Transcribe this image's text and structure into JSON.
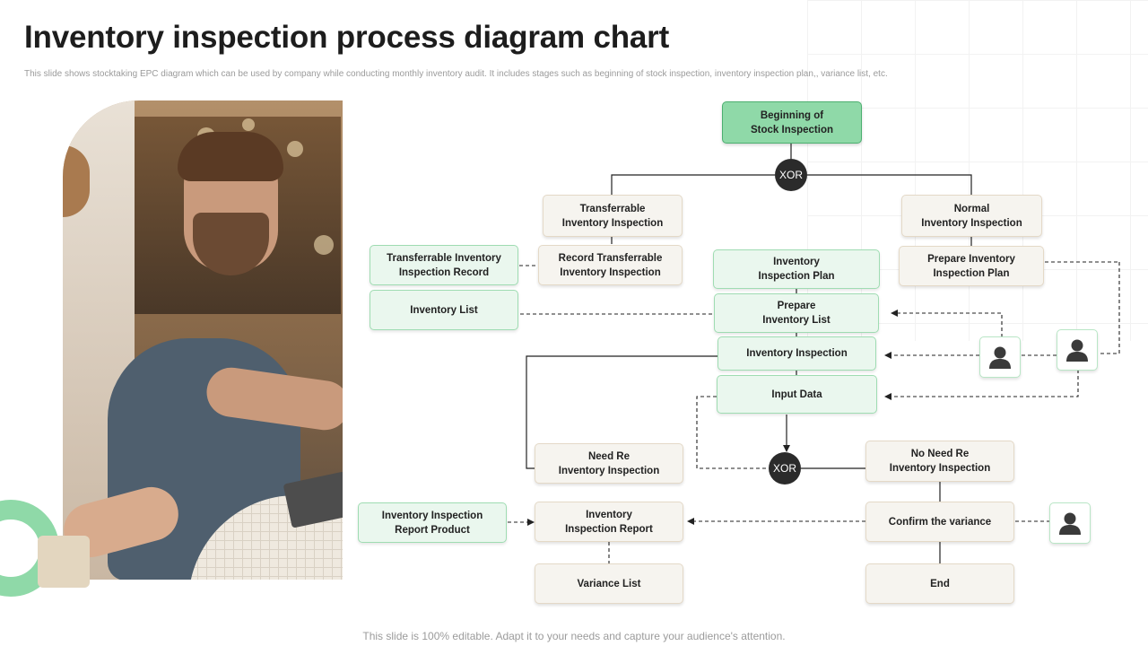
{
  "slide": {
    "title": "Inventory inspection process diagram chart",
    "subtitle": "This slide shows stocktaking EPC  diagram  which can be used by company  while conducting monthly inventory audit. It includes stages such as beginning of stock inspection, inventory inspection plan,, variance list, etc.",
    "footer": "This slide is 100% editable. Adapt it to your needs and capture your audience's attention."
  },
  "colors": {
    "start_fill": "#8fd9a8",
    "green_box_fill": "#eaf7ee",
    "beige_box_fill": "#f6f4ef",
    "xor_fill": "#2b2b2b"
  },
  "diagram": {
    "start": "Beginning of\nStock Inspection",
    "xor_label": "XOR",
    "transferrable_inspection": "Transferrable\nInventory Inspection",
    "normal_inspection": "Normal\nInventory Inspection",
    "transferrable_record": "Transferrable Inventory\nInspection Record",
    "record_transferrable": "Record Transferrable\nInventory Inspection",
    "inspection_plan": "Inventory\nInspection Plan",
    "prepare_plan": "Prepare Inventory\nInspection Plan",
    "inventory_list": "Inventory List",
    "prepare_list": "Prepare\nInventory List",
    "inventory_inspection": "Inventory Inspection",
    "input_data": "Input Data",
    "need_re": "Need Re\nInventory Inspection",
    "no_need_re": "No Need Re\nInventory Inspection",
    "report_product": "Inventory Inspection\nReport Product",
    "inspection_report": "Inventory\nInspection Report",
    "confirm_variance": "Confirm the variance",
    "variance_list": "Variance List",
    "end": "End",
    "actor_icon": "user-icon"
  }
}
